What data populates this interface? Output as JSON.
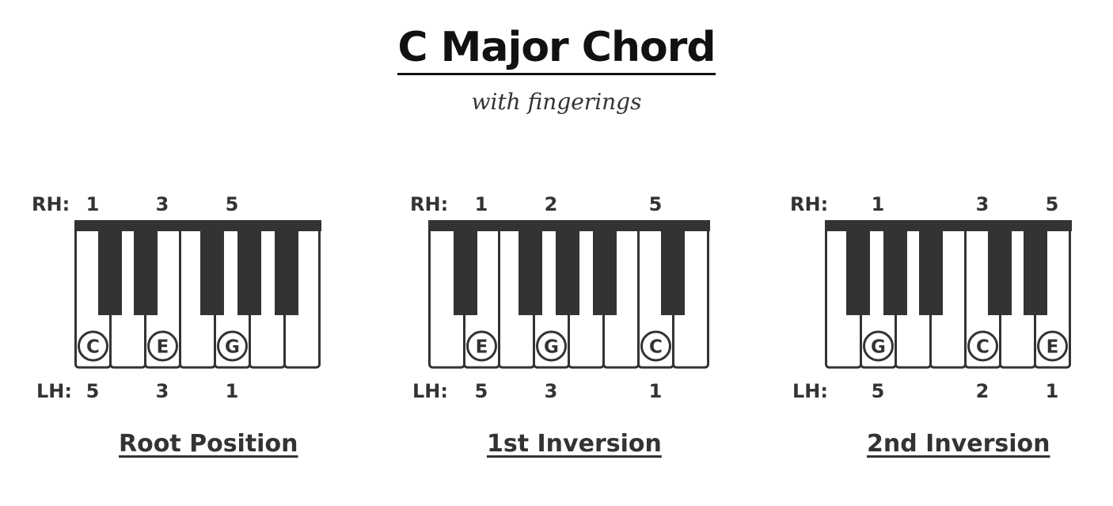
{
  "title": "C Major Chord",
  "subtitle": "with fingerings",
  "colors": {
    "ink": "#333333",
    "key_white": "#ffffff"
  },
  "panels": [
    {
      "rh_label": "RH:",
      "lh_label": "LH:",
      "caption": "Root Position",
      "notes": [
        {
          "white_key": 0,
          "note": "C",
          "rh": "1",
          "lh": "5"
        },
        {
          "white_key": 2,
          "note": "E",
          "rh": "3",
          "lh": "3"
        },
        {
          "white_key": 4,
          "note": "G",
          "rh": "5",
          "lh": "1"
        }
      ]
    },
    {
      "rh_label": "RH:",
      "lh_label": "LH:",
      "caption": "1st Inversion",
      "notes": [
        {
          "white_key": 1,
          "note": "E",
          "rh": "1",
          "lh": "5"
        },
        {
          "white_key": 3,
          "note": "G",
          "rh": "2",
          "lh": "3"
        },
        {
          "white_key": 6,
          "note": "C",
          "rh": "5",
          "lh": "1"
        }
      ]
    },
    {
      "rh_label": "RH:",
      "lh_label": "LH:",
      "caption": "2nd Inversion",
      "notes": [
        {
          "white_key": 1,
          "note": "G",
          "rh": "1",
          "lh": "5"
        },
        {
          "white_key": 4,
          "note": "C",
          "rh": "3",
          "lh": "2"
        },
        {
          "white_key": 6,
          "note": "E",
          "rh": "5",
          "lh": "1"
        }
      ]
    }
  ]
}
